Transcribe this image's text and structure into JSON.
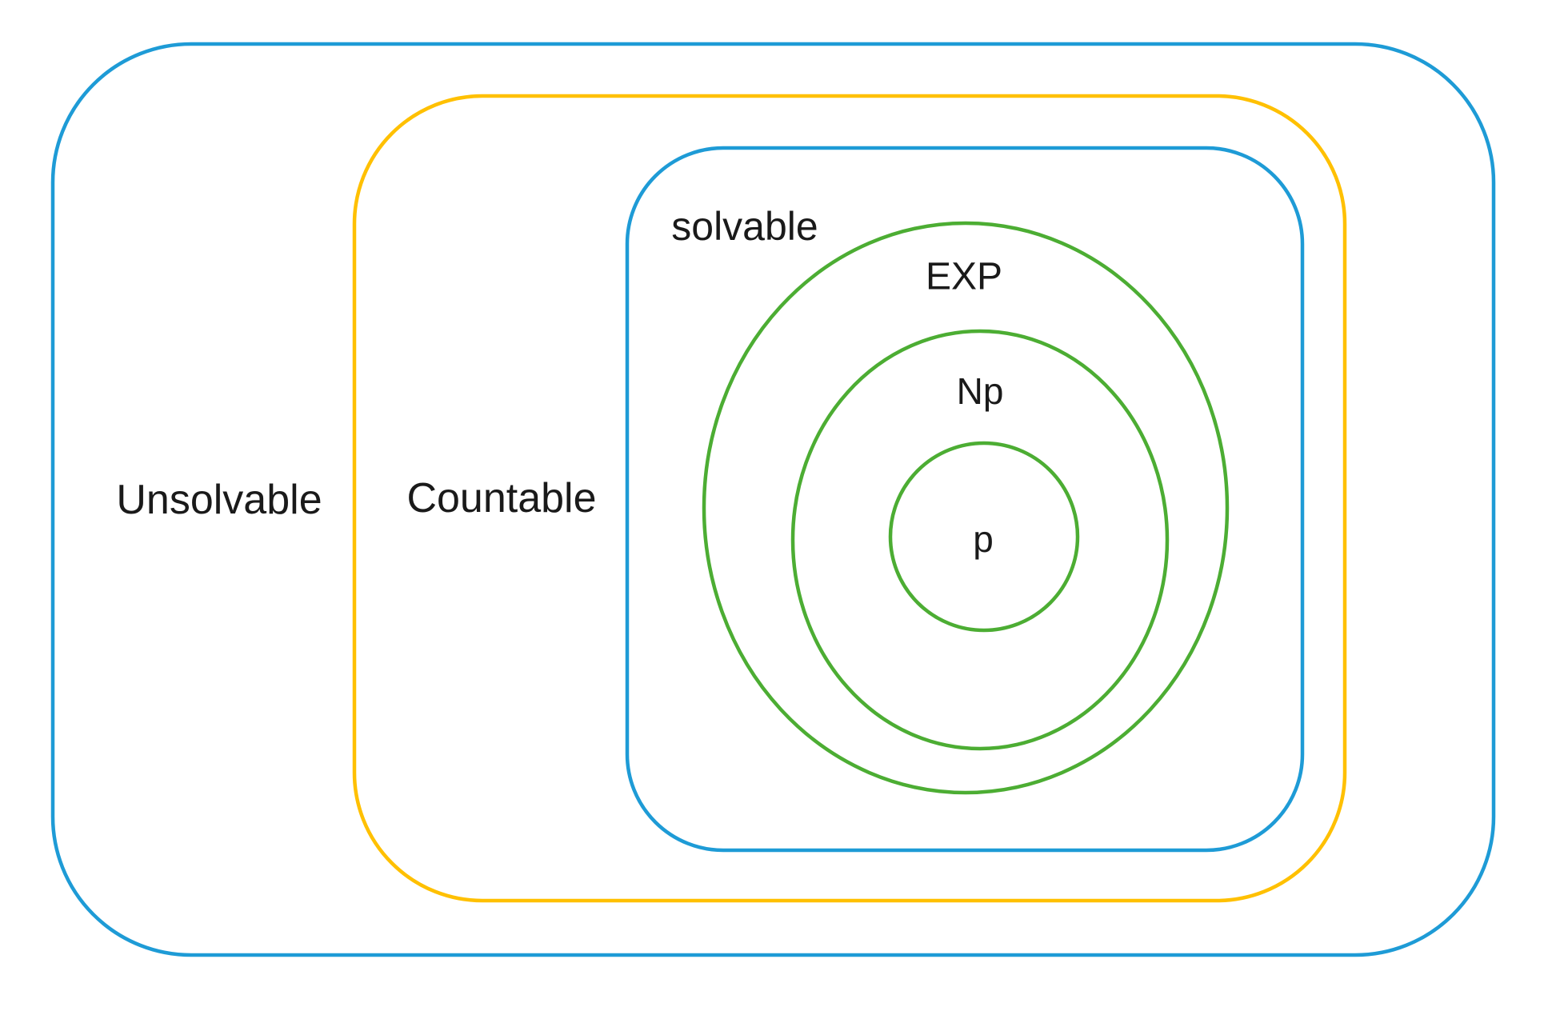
{
  "diagram": {
    "kind": "nested-set-diagram",
    "topic": "computability and complexity classes",
    "sets": [
      {
        "id": "unsolvable",
        "label": "Unsolvable",
        "shape": "rounded-rect",
        "color_name": "blue",
        "contains": "countable"
      },
      {
        "id": "countable",
        "label": "Countable",
        "shape": "rounded-rect",
        "color_name": "yellow",
        "contains": "solvable"
      },
      {
        "id": "solvable",
        "label": "solvable",
        "shape": "rounded-rect",
        "color_name": "blue",
        "contains": "exp"
      },
      {
        "id": "exp",
        "label": "EXP",
        "shape": "ellipse",
        "color_name": "green",
        "contains": "np"
      },
      {
        "id": "np",
        "label": "Np",
        "shape": "ellipse",
        "color_name": "green",
        "contains": "p"
      },
      {
        "id": "p",
        "label": "p",
        "shape": "circle",
        "color_name": "green",
        "contains": null
      }
    ]
  },
  "colors": {
    "blue": "#1E9BD6",
    "yellow": "#FFC000",
    "green": "#4CAD33",
    "text": "#1A1A1A",
    "background": "#FFFFFF"
  }
}
